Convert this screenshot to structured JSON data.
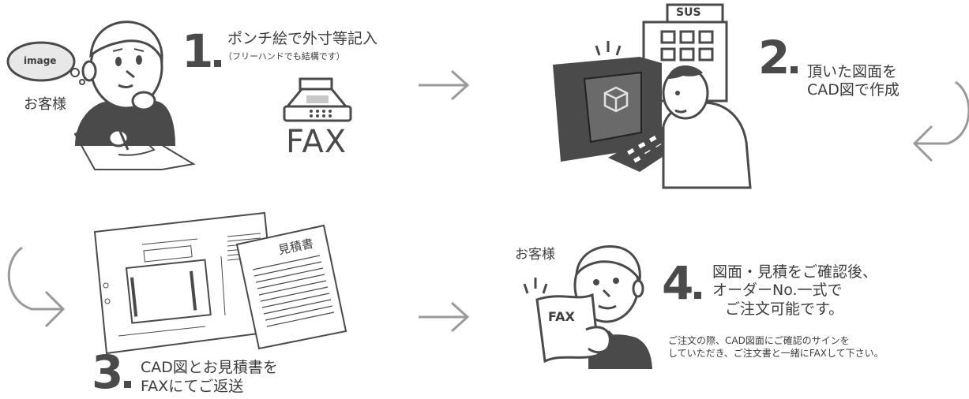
{
  "step1": {
    "number": "1",
    "title": "ポンチ絵で外寸等記入",
    "subtitle": "（フリーハンドでも結構です）",
    "bubble_text": "image",
    "customer_label": "お客様",
    "fax_label": "FAX"
  },
  "step2": {
    "number": "2",
    "title_line1": "頂いた図面を",
    "title_line2": "CAD図で作成",
    "sign_label": "SUS"
  },
  "step3": {
    "number": "3",
    "title_line1": "CAD図とお見積書を",
    "title_line2": "FAXにてご返送",
    "estimate_label": "見積書"
  },
  "step4": {
    "number": "4",
    "customer_label": "お客様",
    "title_line1": "図面・見積をご確認後、",
    "title_line2": "オーダーNo.一式で",
    "title_line3": "ご注文可能です。",
    "note_line1": "ご注文の際、CAD図面にご確認のサインを",
    "note_line2": "していただき、ご注文書と一緒にFAXして下さい。",
    "fax_paper_label": "FAX"
  },
  "colors": {
    "dark": "#4a4a4a",
    "mid": "#8a8a8a",
    "light": "#c8c8c8",
    "arrow": "#9a9a9a"
  }
}
